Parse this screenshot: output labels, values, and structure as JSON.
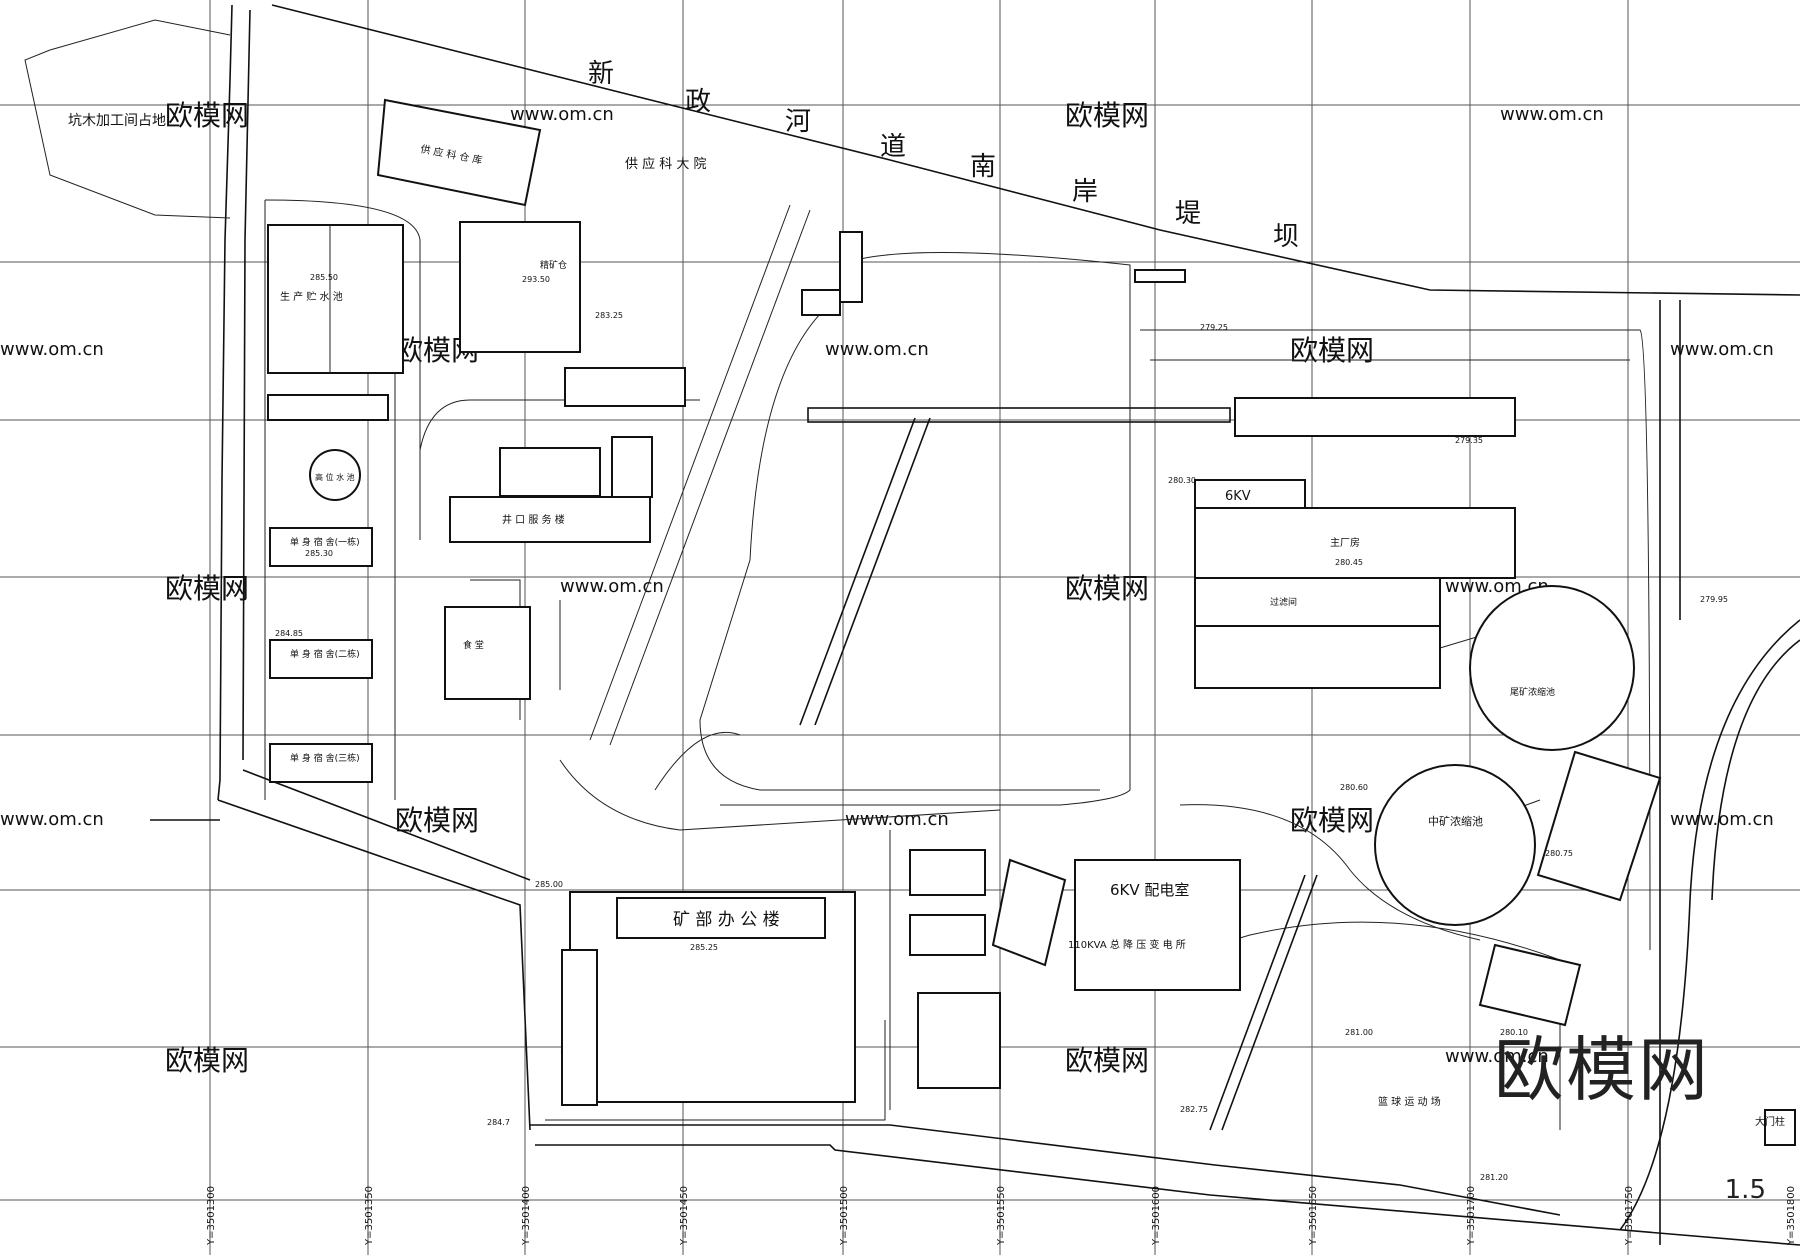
{
  "labels": {
    "river": [
      "新",
      "政",
      "河",
      "道",
      "南",
      "岸",
      "堤",
      "坝"
    ],
    "timber": "坑木加工间占地",
    "supply_yard": "供 应 科 大 院",
    "supply_house": "供 应 科 仓 库",
    "office": "矿 部 办 公 楼",
    "sub_6kv": "6KV",
    "sub_6kv_south": "6KV 配电室",
    "transformer": "110KVA 总 降 压 变 电 所",
    "mill": "主厂房",
    "filter": "过滤间",
    "mid_tank": "中矿浓缩池",
    "tail_tank": "尾矿浓缩池",
    "gate": "大门柱",
    "field": "篮 球 运 动 场",
    "well": "井 口 服 务 楼",
    "ore": "精矿仓",
    "hall": "食 堂",
    "dorm1": "单 身 宿 舍(一栋)",
    "dorm2": "单 身 宿 舍(二栋)",
    "dorm3": "单 身 宿 舍(三栋)",
    "pool": "生 产 贮 水 池",
    "tower": "高 位 水 池"
  },
  "elevations": [
    "285.50",
    "293.50",
    "283.25",
    "285.30",
    "284.85",
    "285.25",
    "280.30",
    "280.45",
    "280.60",
    "279.95",
    "281.00",
    "281.20",
    "282.75",
    "284.7",
    "285.00",
    "279.25",
    "279.35",
    "280.75",
    "280.10"
  ],
  "grid_labels": [
    "Y=3501300",
    "Y=3501350",
    "Y=3501400",
    "Y=3501450",
    "Y=3501500",
    "Y=3501550",
    "Y=3501600",
    "Y=3501650",
    "Y=3501700",
    "Y=3501750",
    "Y=3501800"
  ],
  "watermark": {
    "site": "www.om.cn",
    "logo": "欧模网"
  },
  "brand": "欧模网",
  "corner": "1.5"
}
